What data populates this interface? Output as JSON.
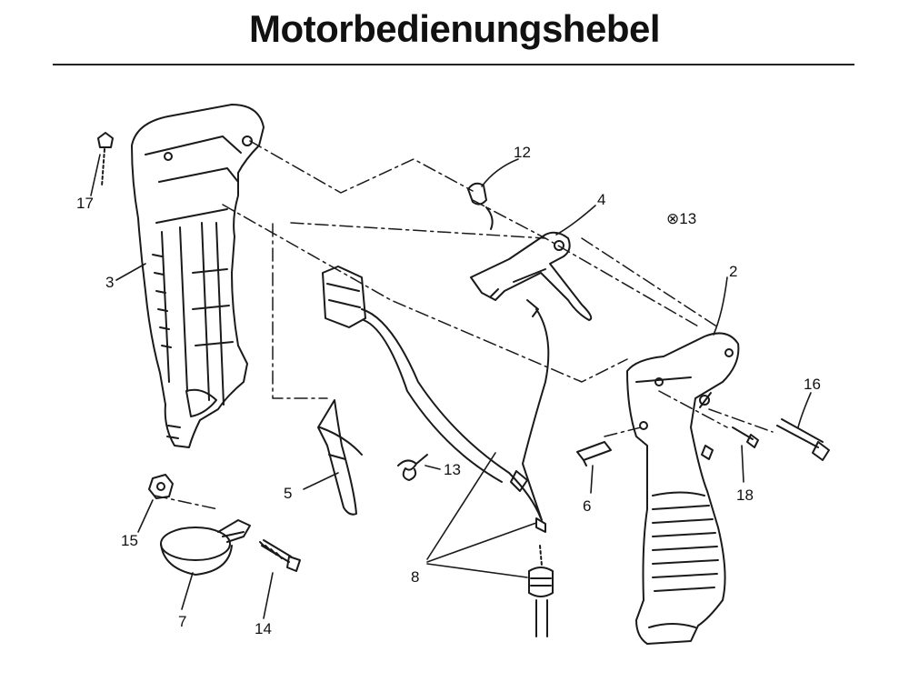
{
  "title": "Motorbedienungshebel",
  "labels": {
    "p2": "2",
    "p3": "3",
    "p4": "4",
    "p5": "5",
    "p6": "6",
    "p7": "7",
    "p8": "8",
    "p12": "12",
    "p13": "13",
    "p13b": "⊗13",
    "p14": "14",
    "p15": "15",
    "p16": "16",
    "p17": "17",
    "p18": "18"
  }
}
